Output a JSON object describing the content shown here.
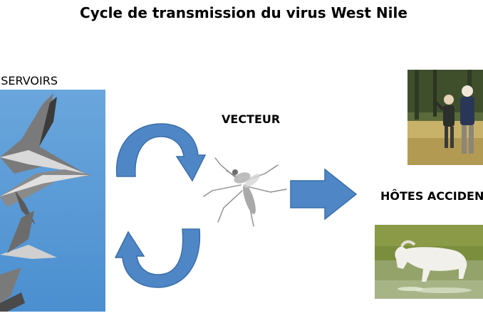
{
  "title": "Cycle de transmission du virus West Nile",
  "labels": {
    "reservoirs": "RÉSERVOIRS",
    "vecteur": "VECTEUR",
    "hotes": "HÔTES ACCIDENTELS"
  },
  "colors": {
    "arrow_fill": "#4f86c6",
    "arrow_stroke": "#3a6ea8",
    "sky": "#5b9bd5"
  }
}
